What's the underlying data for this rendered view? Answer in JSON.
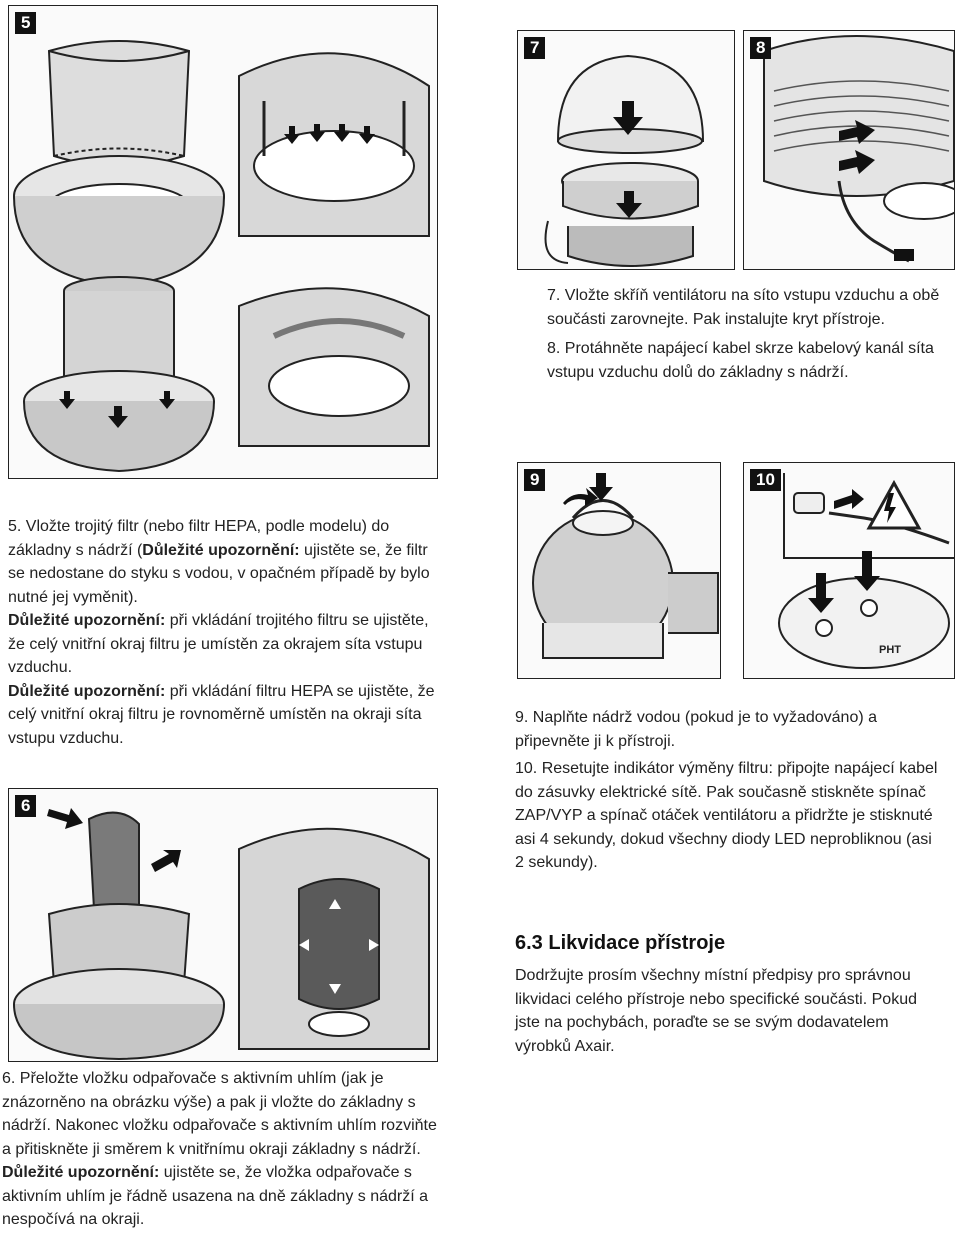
{
  "figures": {
    "fig5": {
      "number": "5"
    },
    "fig6": {
      "number": "6"
    },
    "fig7": {
      "number": "7"
    },
    "fig8": {
      "number": "8"
    },
    "fig9": {
      "number": "9"
    },
    "fig10": {
      "number": "10",
      "plate_text": "PHT"
    }
  },
  "text78": {
    "p7": "7. Vložte skříň ventilátoru na síto vstupu vzduchu a obě součásti zarovnejte. Pak instalujte kryt přístroje.",
    "p8": "8. Protáhněte napájecí kabel skrze kabelový kanál síta vstupu vzduchu dolů do základny s nádrží."
  },
  "text5": {
    "p5_start": "5. Vložte trojitý filtr (nebo filtr HEPA, podle modelu) do základny s nádrží (",
    "p5_note": "Důležité upozornění:",
    "p5_end": " ujistěte se, že filtr se nedostane do styku s vodou, v opačném případě by bylo nutné jej vyměnit).",
    "n1_label": "Důležité upozornění:",
    "n1_text": " při vkládání trojitého filtru se ujistěte, že celý vnitřní okraj filtru je umístěn za okrajem síta vstupu vzduchu.",
    "n2_label": "Důležité upozornění:",
    "n2_text": " při vkládání filtru HEPA se ujistěte, že celý vnitřní okraj filtru je rovnoměrně umístěn na okraji síta vstupu vzduchu."
  },
  "text910": {
    "p9": "9. Naplňte nádrž vodou (pokud je to vyžadováno) a připevněte ji k přístroji.",
    "p10": "10. Resetujte indikátor výměny filtru: připojte napájecí kabel do zásuvky elektrické sítě. Pak současně stiskněte spínač ZAP/VYP a spínač otáček ventilátoru a přidržte je stisknuté asi 4 sekundy, dokud všechny diody LED neprobliknou (asi 2 sekundy)."
  },
  "section63": {
    "heading": "6.3 Likvidace přístroje",
    "body": "Dodržujte prosím všechny místní předpisy pro správnou likvidaci celého přístroje nebo specifické součásti. Pokud jste na pochybách, poraďte se se svým dodavatelem výrobků Axair."
  },
  "text6": {
    "p6": "6. Přeložte vložku odpařovače s aktivním uhlím (jak je znázorněno na obrázku výše) a pak ji vložte do základny s nádrží. Nakonec vložku odpařovače s aktivním uhlím rozviňte a přitiskněte ji směrem k vnitřnímu okraji základny s nádrží.",
    "n_label": "Důležité upozornění:",
    "n_text": " ujistěte se, že vložka odpařovače s aktivním uhlím je řádně usazena na dně základny s nádrží a nespočívá na okraji."
  }
}
